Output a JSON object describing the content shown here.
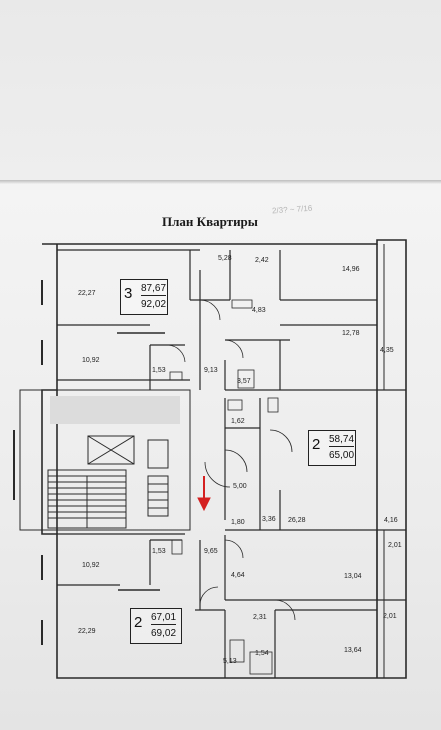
{
  "document": {
    "title": "План Квартиры",
    "pencil_note": "2/3? ~ 7/16"
  },
  "apartments": [
    {
      "rooms": "3",
      "area": "87,67",
      "area_total": "92,02"
    },
    {
      "rooms": "2",
      "area": "58,74",
      "area_total": "65,00"
    },
    {
      "rooms": "2",
      "area": "67,01",
      "area_total": "69,02"
    }
  ],
  "labels": {
    "a": "22,27",
    "b": "5,28",
    "c": "2,42",
    "d": "14,96",
    "e": "4,83",
    "f": "12,78",
    "g": "10,92",
    "h": "1,53",
    "i": "9,13",
    "j": "3,57",
    "k": "4,35",
    "l": "1,62",
    "m": "5,00",
    "n": "1,80",
    "o": "3,36",
    "p": "26,28",
    "q": "4,16",
    "r": "1,53",
    "s": "9,65",
    "t": "2,01",
    "u": "10,92",
    "v": "4,64",
    "w": "13,04",
    "x": "2,31",
    "y": "2,01",
    "z": "22,29",
    "aa": "5,13",
    "ab": "1,54",
    "ac": "13,64"
  },
  "colors": {
    "wall": "#2a2a2a",
    "arrow": "#d42020",
    "blur": "#dcdcdc"
  }
}
